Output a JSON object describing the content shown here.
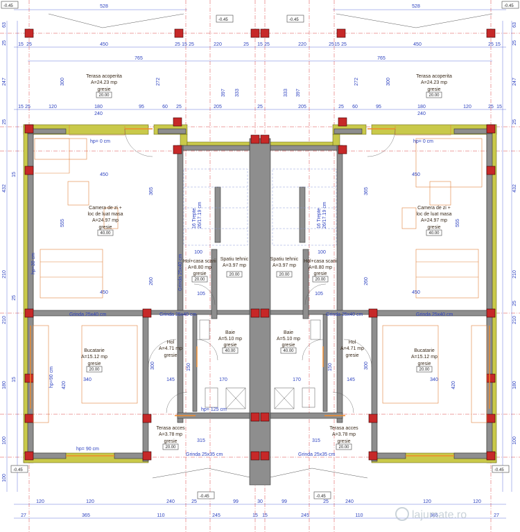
{
  "levels": {
    "top_left": "-0.45",
    "top_mid_left": "-0.45",
    "top_mid_right": "-0.45",
    "top_right": "-0.45",
    "bottom_left": "-0.45",
    "bottom_right": "-0.45",
    "bottom_mid_left": "-0.45",
    "bottom_mid_right": "-0.45"
  },
  "rooms_left": [
    {
      "key": "terasa_acoperita",
      "name": "Terasa acoperita",
      "area": "A=24.23 mp",
      "floor": "gresie",
      "tag": "20.00"
    },
    {
      "key": "camera_zi",
      "name": "Camera de zi +",
      "name2": "loc de luat masa",
      "area": "A=24.97 mp",
      "floor": "gresie",
      "tag": "40.00"
    },
    {
      "key": "bucatarie",
      "name": "Bucatarie",
      "area": "A=15.12 mp",
      "floor": "gresie",
      "tag": "20.00"
    },
    {
      "key": "hol",
      "name": "Hol",
      "area": "A=4.71 mp",
      "floor": "gresie"
    },
    {
      "key": "hol_casa_scarii",
      "name": "Hol+casa scarii",
      "area": "A=8.80 mp",
      "floor": "gresie",
      "tag": "20.00"
    },
    {
      "key": "spatiu_tehnic",
      "name": "Spatiu tehnic",
      "area": "A=3.97 mp",
      "tag": "20.00"
    },
    {
      "key": "baie",
      "name": "Baie",
      "area": "A=5.10 mp",
      "floor": "gresie",
      "tag": "40.00"
    },
    {
      "key": "terasa_acces",
      "name": "Terasa acces",
      "area": "A=3.78 mp",
      "floor": "gresie",
      "tag": "20.00"
    }
  ],
  "rooms_right": [
    {
      "key": "terasa_acoperita",
      "name": "Terasa acoperita",
      "area": "A=24.23 mp",
      "floor": "gresie",
      "tag": "20.00"
    },
    {
      "key": "camera_zi",
      "name": "Camera de zi +",
      "name2": "loc de luat masa",
      "area": "A=24.97 mp",
      "floor": "gresie",
      "tag": "40.00"
    },
    {
      "key": "bucatarie",
      "name": "Bucatarie",
      "area": "A=15.12 mp",
      "floor": "gresie",
      "tag": "20.00"
    },
    {
      "key": "hol",
      "name": "Hol",
      "area": "A=4.71 mp",
      "floor": "gresie"
    },
    {
      "key": "hol_casa_scarii",
      "name": "Hol+casa scarii",
      "area": "A=8.80 mp",
      "floor": "gresie",
      "tag": "20.00"
    },
    {
      "key": "spatiu_tehnic",
      "name": "Spatiu tehnic",
      "area": "A=3.97 mp",
      "tag": "20.00"
    },
    {
      "key": "baie",
      "name": "Baie",
      "area": "A=5.10 mp",
      "floor": "gresie",
      "tag": "40.00"
    },
    {
      "key": "terasa_acces",
      "name": "Terasa acces",
      "area": "A=3.78 mp",
      "floor": "gresie",
      "tag": "20.00"
    }
  ],
  "notes": {
    "hp_terasa": "hp= 0 cm",
    "hp_terasa_right": "hp= 0 cm",
    "hp_camera": "hp=30 cm",
    "hp_bucatarie": "hp=90 cm",
    "hp_baie": "hp= 125 cm",
    "hp_acces": "hp= 90 cm",
    "grinda_1": "Grinda 25x40 cm",
    "grinda_2": "Grinda 25x40 cm",
    "grinda_3": "Grinda 25x40 cm",
    "grinda_4": "Grinda 25x40 cm",
    "grinda_bottom": "Grinda 25x35 cm",
    "grinda_bottom_right": "Grinda 25x35 cm",
    "grinda_vert": "Grinda 25x40 cm",
    "stairs_left": "16 Trepte",
    "stairs_left2": "26/17.19 cm",
    "stairs_right": "16 Trepte",
    "stairs_right2": "26/17.19 cm"
  },
  "dims_top": [
    "528",
    "528",
    "765",
    "765"
  ],
  "dims_row1": [
    "15",
    "25",
    "450",
    "25",
    "15",
    "25",
    "220",
    "25",
    "15",
    "25",
    "220",
    "25",
    "15",
    "25",
    "450",
    "25",
    "15"
  ],
  "dims_row2": [
    "15",
    "25",
    "120",
    "180",
    "240",
    "95",
    "60",
    "25",
    "205",
    "25",
    "205",
    "25",
    "60",
    "95",
    "180",
    "120",
    "240",
    "25",
    "15"
  ],
  "dims_vert_left": [
    "63",
    "25",
    "247",
    "25",
    "432",
    "15",
    "210",
    "25",
    "210",
    "15",
    "180",
    "100",
    "100"
  ],
  "dims_vert_right": [
    "63",
    "25",
    "247",
    "25",
    "432",
    "210",
    "25",
    "210",
    "180",
    "100"
  ],
  "dims_bottom1": [
    "120",
    "120",
    "240",
    "25",
    "99",
    "30",
    "99",
    "120",
    "120",
    "240",
    "25"
  ],
  "dims_bottom2": [
    "27",
    "365",
    "110",
    "245",
    "15",
    "15",
    "245",
    "110",
    "365",
    "27"
  ],
  "dims_inner": {
    "t300l": "300",
    "t300r": "300",
    "t272l": "272",
    "t272r": "272",
    "t333l": "333",
    "t333r": "333",
    "t397l": "397",
    "t397r": "397",
    "i450a": "450",
    "i450b": "450",
    "i450c": "450",
    "i450d": "450",
    "v365l": "365",
    "v365r": "365",
    "v555l": "555",
    "v555r": "555",
    "v260l": "260",
    "v260r": "260",
    "v300l": "300",
    "v300r": "300",
    "v420l": "420",
    "v420r": "420",
    "v150l": "150",
    "v150r": "150",
    "h340l": "340",
    "h340r": "340",
    "h145l": "145",
    "h145r": "145",
    "h170l": "170",
    "h170r": "170",
    "h315l": "315",
    "h315r": "315",
    "h100a": "100",
    "h100b": "100",
    "h105a": "105",
    "h105b": "105"
  },
  "watermark": "lajumate.ro"
}
